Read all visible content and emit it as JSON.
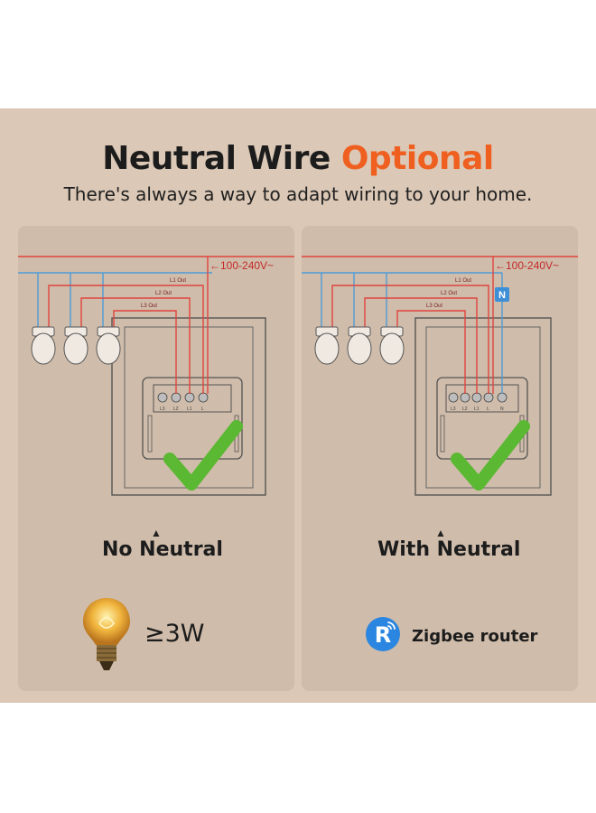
{
  "header": {
    "title_main": "Neutral Wire",
    "title_accent": "Optional",
    "subtitle": "There's always a way to adapt wiring to your home."
  },
  "panels": [
    {
      "voltage": "←100-240V~",
      "wires": [
        "L1 Out",
        "L2 Out",
        "L3 Out"
      ],
      "terminals": [
        "L3",
        "L2",
        "L1",
        "L"
      ],
      "label": "No Neutral",
      "feature_text": "≥3W",
      "feature_icon": "incandescent-bulb-icon"
    },
    {
      "voltage": "←100-240V~",
      "wires": [
        "L1 Out",
        "L2 Out",
        "L3 Out"
      ],
      "terminals": [
        "L3",
        "L2",
        "L1",
        "L",
        "N"
      ],
      "neutral_badge": "N",
      "label": "With Neutral",
      "feature_text": "Zigbee router",
      "feature_icon": "zigbee-router-icon"
    }
  ],
  "colors": {
    "background": "#dbc8b6",
    "panel": "#cfbcaa",
    "accent": "#ef5f1f",
    "live_wire": "#e0443e",
    "neutral_wire": "#4f9bd6",
    "check": "#5bb832",
    "router_icon": "#2a86e0"
  }
}
